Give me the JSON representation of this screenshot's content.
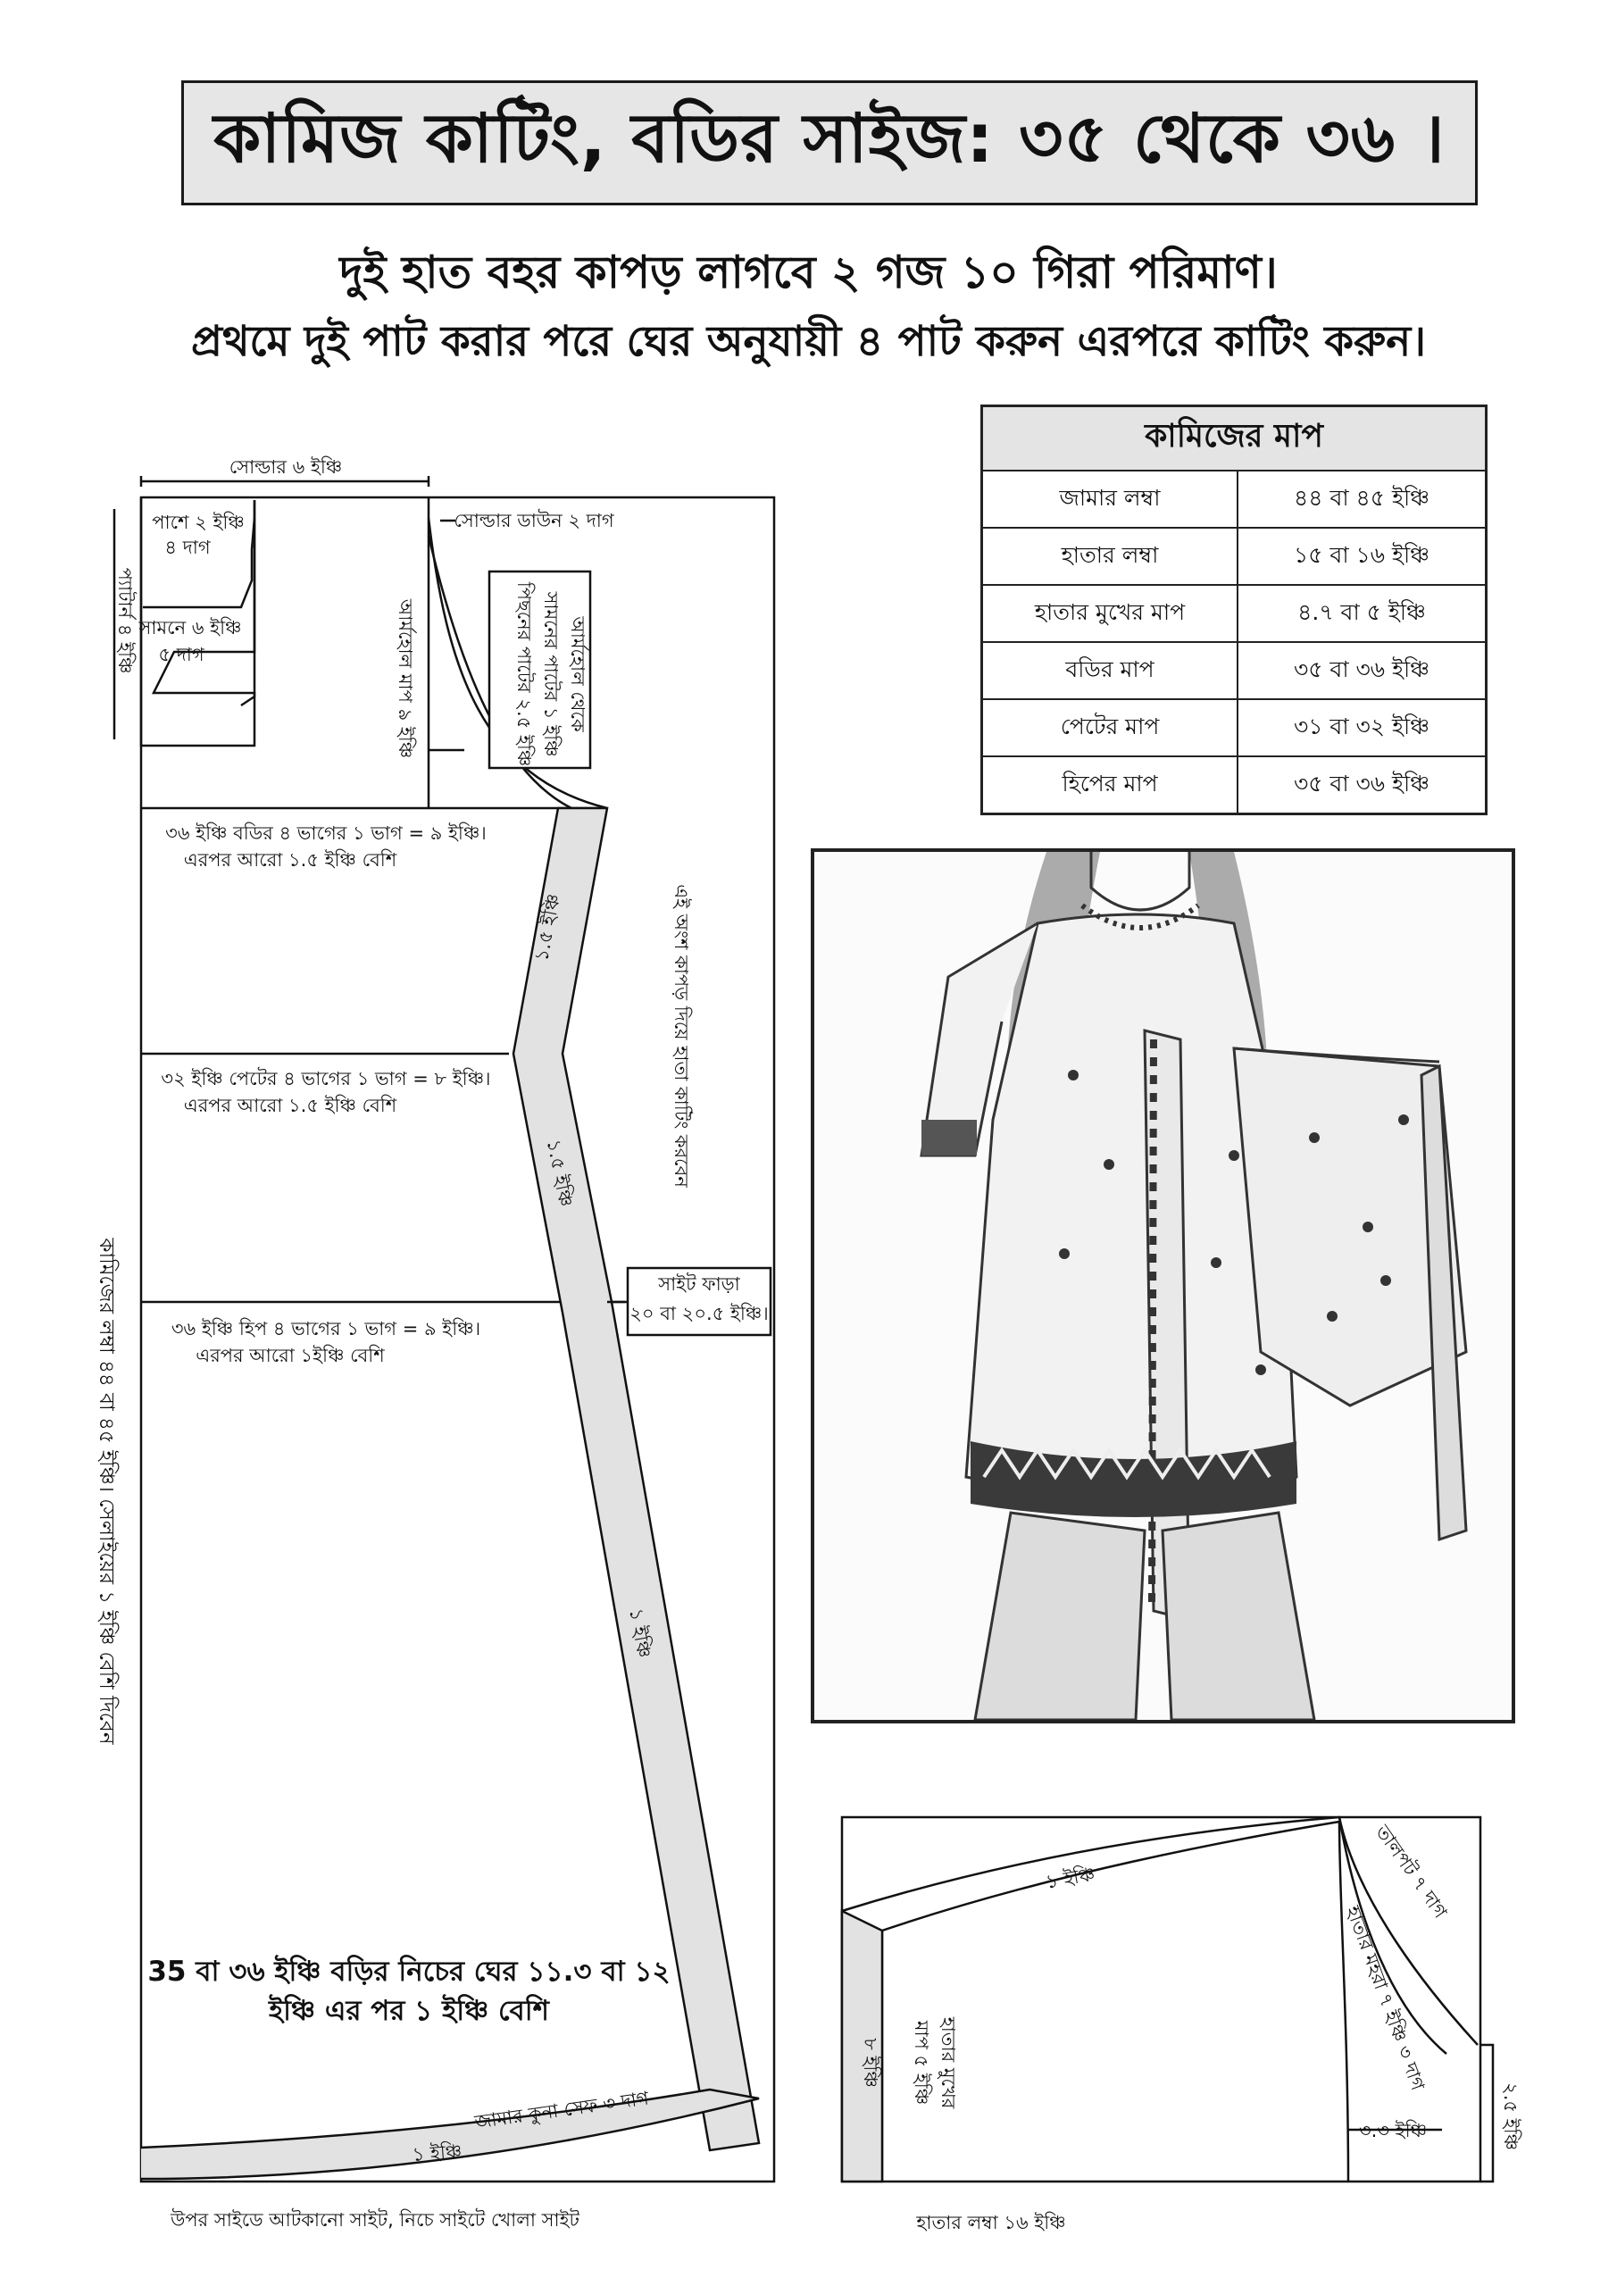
{
  "title": "কামিজ কাটিং, বডির সাইজ: ৩৫ থেকে ৩৬ ।",
  "subtitle_line1": "দুই হাত বহর কাপড় লাগবে ২ গজ ১০ গিরা পরিমাণ।",
  "subtitle_line2": "প্রথমে দুই পাট করার পরে ঘের অনুযায়ী ৪ পাট করুন এরপরে কাটিং করুন।",
  "measure_table": {
    "header": "কামিজের মাপ",
    "rows": [
      {
        "label": "জামার লম্বা",
        "value": "৪৪ বা ৪৫ ইঞ্চি"
      },
      {
        "label": "হাতার লম্বা",
        "value": "১৫ বা ১৬ ইঞ্চি"
      },
      {
        "label": "হাতার মুখের মাপ",
        "value": "৪.৭ বা ৫ ইঞ্চি"
      },
      {
        "label": "বডির মাপ",
        "value": "৩৫ বা ৩৬ ইঞ্চি"
      },
      {
        "label": "পেটের মাপ",
        "value": "৩১ বা ৩২ ইঞ্চি"
      },
      {
        "label": "হিপের মাপ",
        "value": "৩৫ বা ৩৬ ইঞ্চি"
      }
    ]
  },
  "body_pattern": {
    "shoulder_width": "সোল্ডার ৬ ইঞ্চি",
    "shoulder_down": "সোল্ডার ডাউন ২ দাগ",
    "neck_side": "পাশে ২ ইঞ্চি",
    "neck_side_dag": "৪ দাগ",
    "neck_front": "সামনে ৬ ইঞ্চি",
    "neck_front_dag": "৫ দাগ",
    "pattern_height_note": "প্যাটার্ন ৪ ইঞ্চি",
    "armhole_note": "আর্মহোল মাপ ৯ ইঞ্চি",
    "armhole_box_line1": "আর্মহোল থেকে",
    "armhole_box_line2": "সামনের পাটের ১ ইঞ্চি",
    "armhole_box_line3": "পিছনের পাটের ২.৫ ইঞ্চি",
    "bust_line1": "৩৬ ইঞ্চি বডির ৪ ভাগের ১ ভাগ = ৯ ইঞ্চি।",
    "bust_line2": "এরপর আরো ১.৫ ইঞ্চি বেশি",
    "waist_line1": "৩২ ইঞ্চি পেটের ৪ ভাগের ১ ভাগ = ৮ ইঞ্চি।",
    "waist_line2": "এরপর আরো ১.৫ ইঞ্চি বেশি",
    "hip_line1": "৩৬ ইঞ্চি হিপ ৪ ভাগের ১ ভাগ = ৯ ইঞ্চি।",
    "hip_line2": "এরপর আরো ১ইঞ্চি    বেশি",
    "side_seam_1": "১.৫ ইঞ্চি",
    "side_seam_2": "১.৫ ইঞ্চি",
    "side_seam_3": "১ ইঞ্চি",
    "side_note": "এই অংশ কাপড় দিয়ে হাতা কাটিং করবেন",
    "slit_line1": "সাইট ফাড়া",
    "slit_line2": "২০ বা ২০.৫ ইঞ্চি।",
    "hem_line1": "35 বা ৩৬ ইঞ্চি বড়ির নিচের ঘের ১১.৩ বা ১২",
    "hem_line2": "ইঞ্চি এর পর ১ ইঞ্চি বেশি",
    "hem_curve_label": "জামার কুনা সেফ ৩ দাগ",
    "hem_allowance": "১ ইঞ্চি",
    "left_vertical_note": "কামিজের লম্বা ৪৪ বা ৪৫ ইঞ্চি। সেলাইয়ের ১ ইঞ্চি বেশি দিবেন",
    "bottom_note": "উপর সাইডে আটকানো সাইট, নিচে সাইটে খোলা সাইট"
  },
  "sleeve_pattern": {
    "cap_label": "তালপট ৭ দাগ",
    "top_seam": "১ ইঞ্চি",
    "left_seam": "৮ ইঞ্চি",
    "sleeve_mouth_line1": "হাতার মুখের",
    "sleeve_mouth_line2": "মাপ ৫ ইঞ্চি",
    "cap_height_label": "হাতার মহরা ৭ ইঞ্চি ৩ দাগ",
    "right_measure": "২.৫ ইঞ্চি",
    "small_measure": "৩.৩ ইঞ্চি",
    "length_label": "হাতার লম্বা ১৬ ইঞ্চি"
  },
  "colors": {
    "ink": "#111111",
    "title_bg": "#e6e6e6",
    "table_header_bg": "#e4e4e4",
    "band_fill": "#e2e2e2"
  }
}
